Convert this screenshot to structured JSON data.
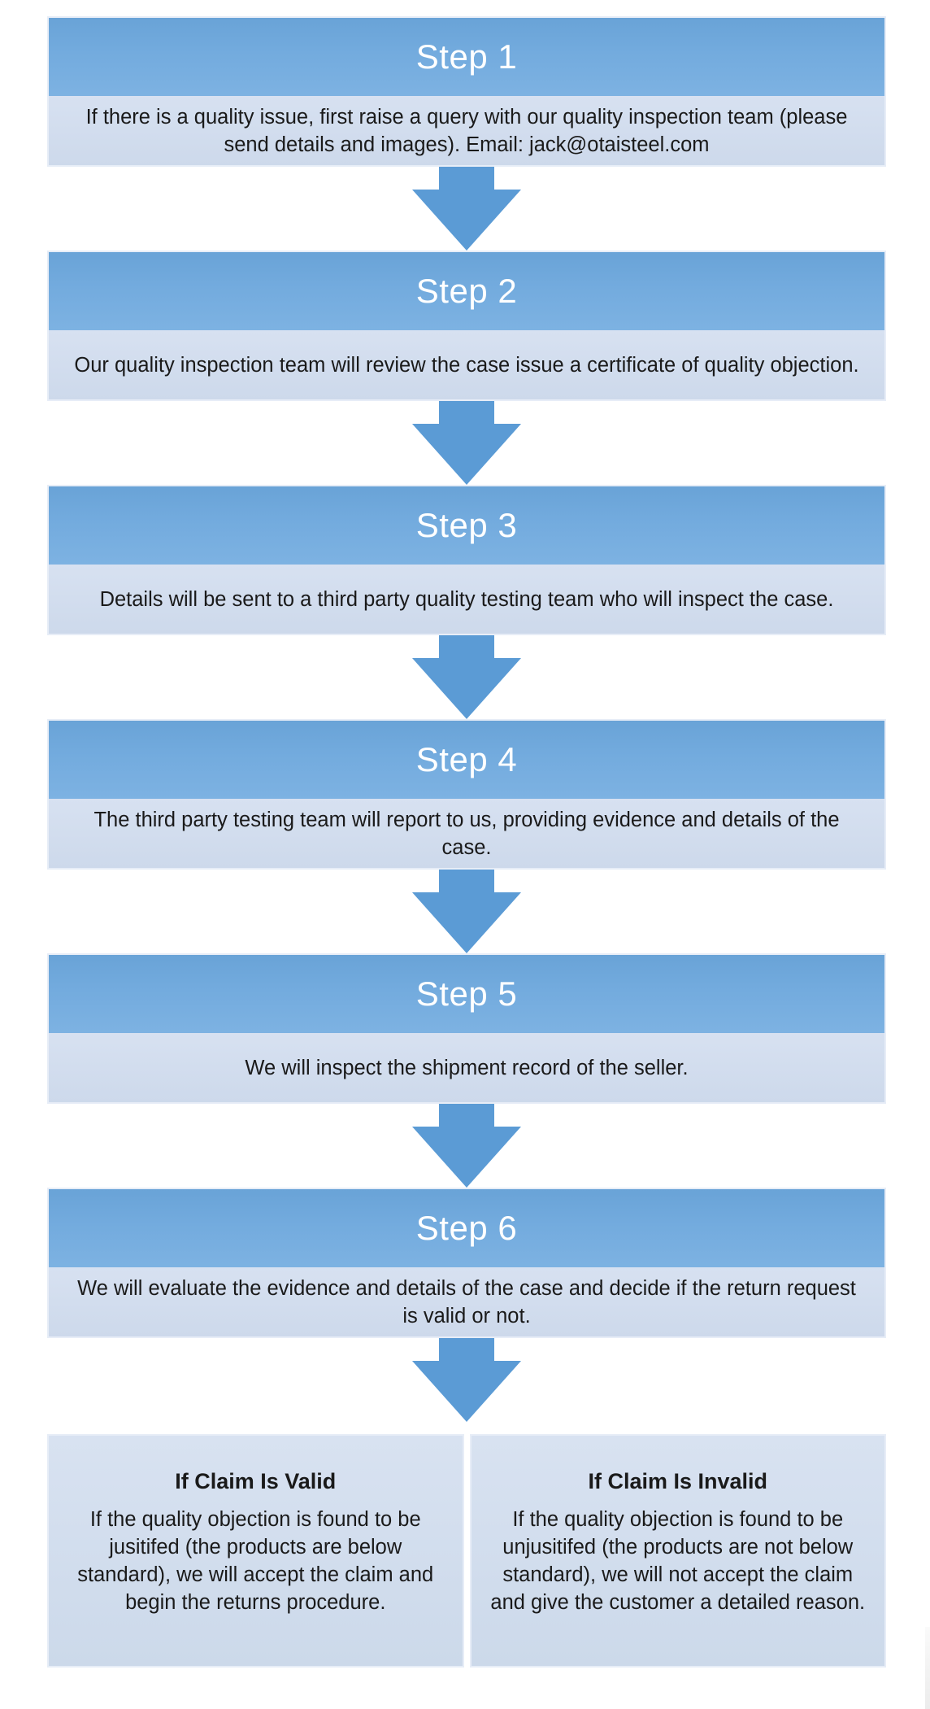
{
  "flow": {
    "steps": [
      {
        "title": "Step 1",
        "description": "If there is a quality issue, first raise a query with our quality inspection team (please send details and images). Email: jack@otaisteel.com"
      },
      {
        "title": "Step 2",
        "description": "Our quality inspection team will review the case issue a certificate of quality objection."
      },
      {
        "title": "Step 3",
        "description": "Details will be sent to a third party quality testing team who will inspect the case."
      },
      {
        "title": "Step 4",
        "description": "The third party testing team will report to us, providing evidence and details of the case."
      },
      {
        "title": "Step 5",
        "description": "We will inspect the shipment record of the seller."
      },
      {
        "title": "Step 6",
        "description": "We will evaluate the evidence and details of the case and decide if the return request is valid or not."
      }
    ],
    "outcomes": [
      {
        "title": "If Claim Is Valid",
        "description": "If the quality objection is found to be jusitifed (the products are below standard), we will accept the claim and begin the returns procedure."
      },
      {
        "title": "If Claim Is Invalid",
        "description": "If the quality objection is found to be unjusitifed (the products are not below standard), we will not accept the claim and give the customer a detailed reason."
      }
    ]
  },
  "icons": {
    "arrow": "down-block-arrow"
  },
  "colors": {
    "header_gradient_top": "#69a3d7",
    "header_gradient_bottom": "#7db2e2",
    "header_text": "#ffffff",
    "body_gradient_top": "#d7e1f1",
    "body_gradient_bottom": "#cdd9eb",
    "arrow_fill": "#5b9bd5",
    "box_border": "#e7edf7",
    "body_text": "#1a1a1a",
    "page_background": "#ffffff"
  }
}
